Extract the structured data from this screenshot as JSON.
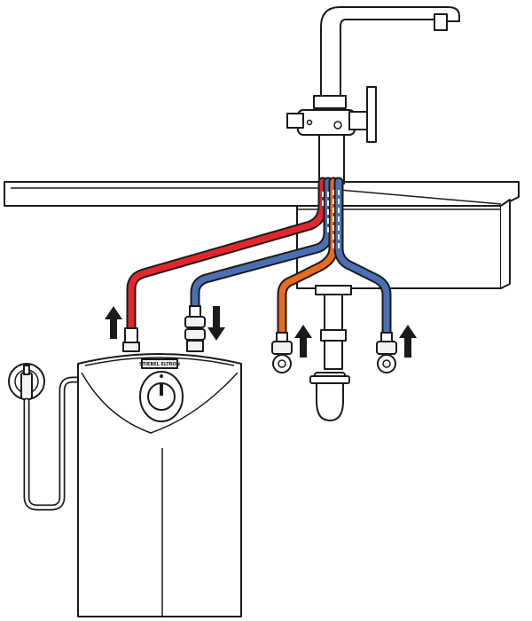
{
  "heater": {
    "brand_label": "STIEBEL ELTRON"
  },
  "colors": {
    "hot_water": "#e3262b",
    "cold_water": "#4a6fb5",
    "mixed_water": "#e86b1f",
    "line": "#1a1a1a",
    "background": "#ffffff"
  },
  "flow_arrows": [
    {
      "id": "heater-hot-outlet",
      "direction": "up"
    },
    {
      "id": "heater-cold-inlet",
      "direction": "down"
    },
    {
      "id": "supply-hot",
      "direction": "up"
    },
    {
      "id": "supply-cold",
      "direction": "up"
    }
  ],
  "icons": [
    "wall-socket-icon",
    "tap-faucet-icon",
    "sink-icon",
    "water-heater-icon",
    "drain-trap-icon",
    "angle-valve-icon",
    "flow-arrow-icon"
  ]
}
